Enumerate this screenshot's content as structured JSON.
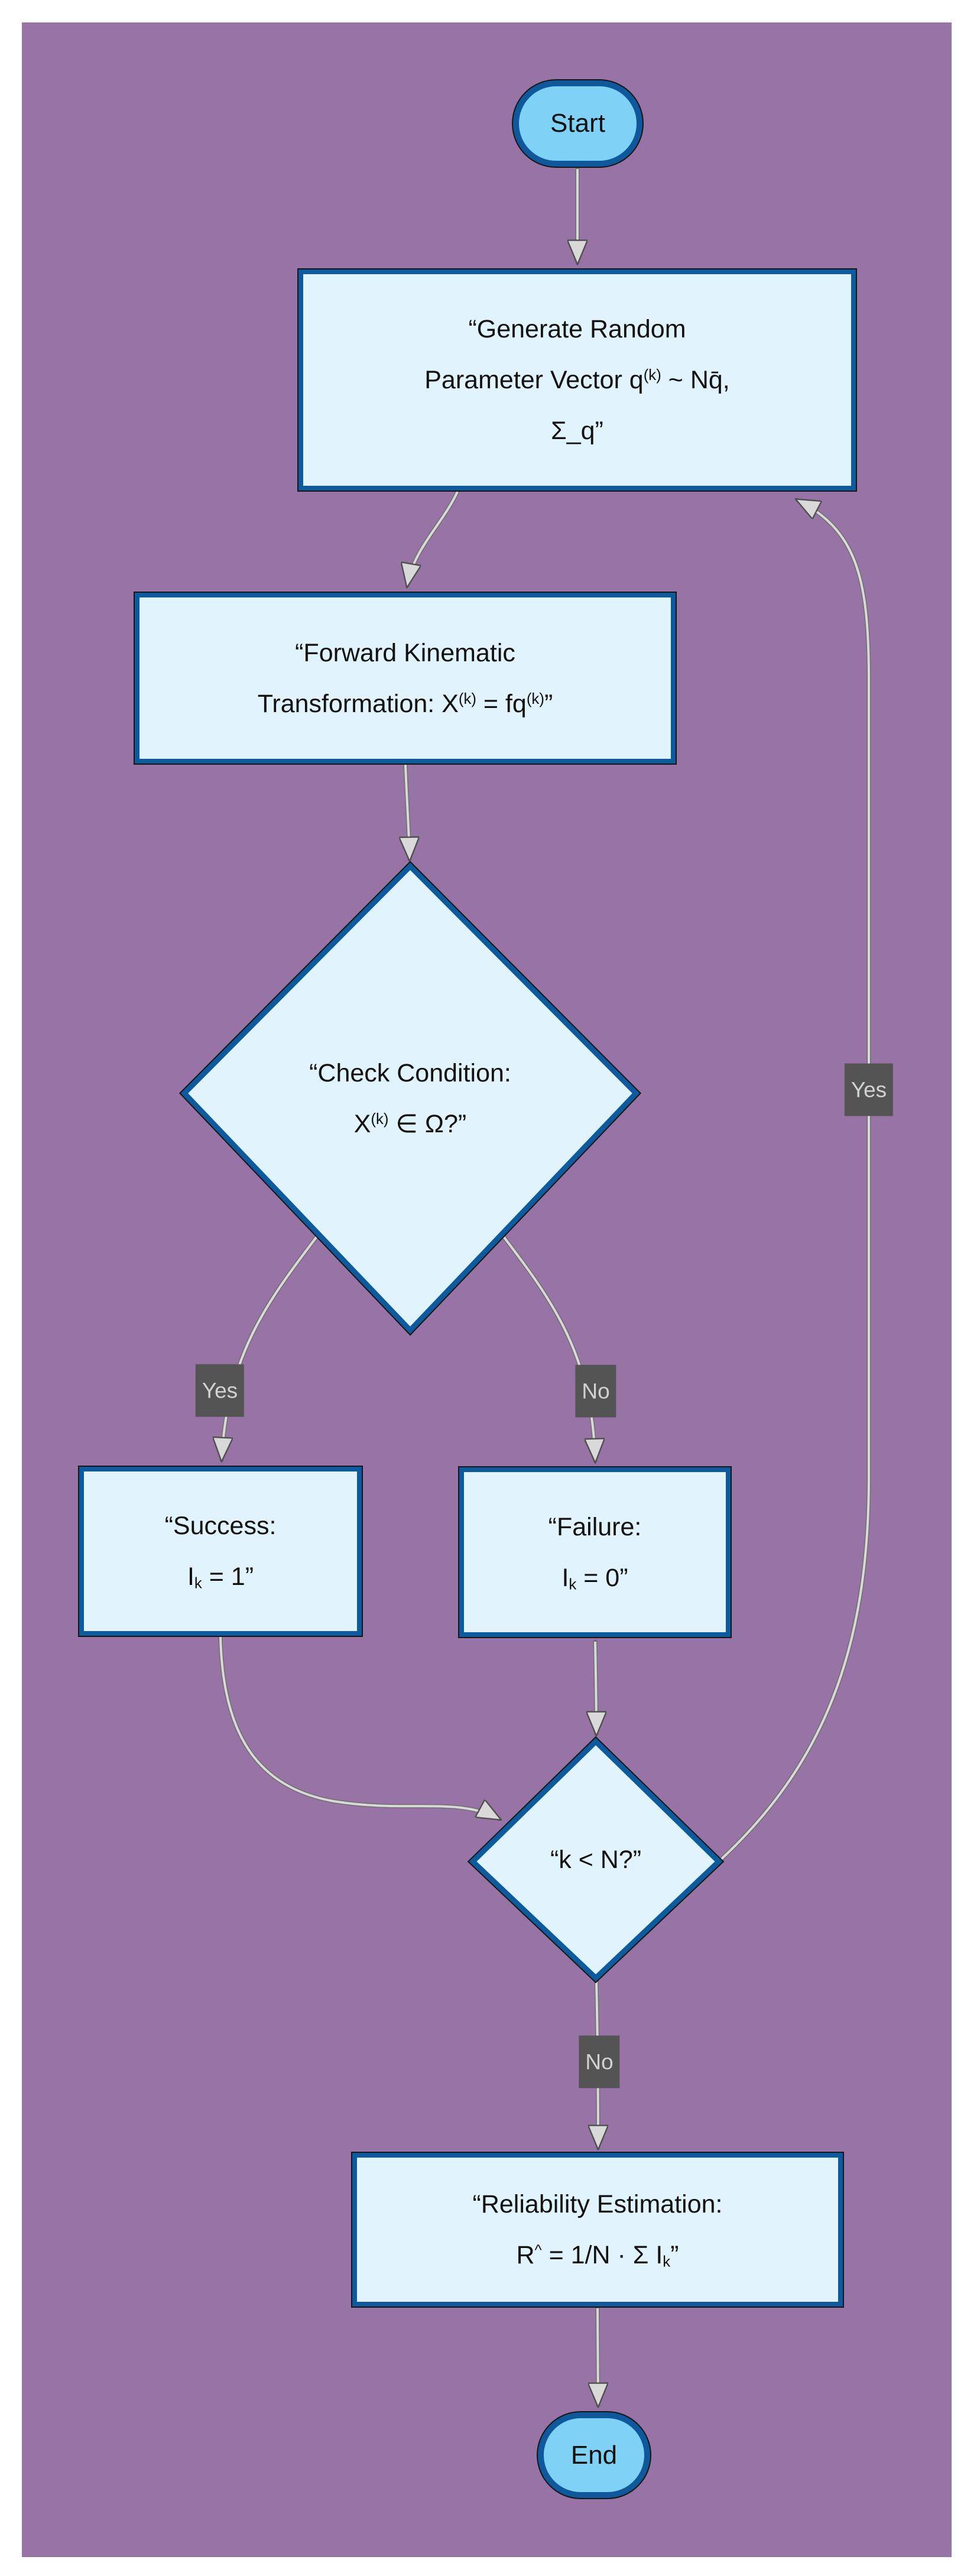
{
  "colors": {
    "page-bg": "#ffffff",
    "bg": "#9873a5",
    "node-fill": "#e1f3fc",
    "node-border": "#0d5b9e",
    "terminal-fill": "#7fd2f5",
    "terminal-border": "#0f589c",
    "edge-line": "#d9d9d9",
    "edge-outline": "#6e6e6e",
    "label-bg": "#545454",
    "label-fg": "#d2d2d2",
    "text": "#111111"
  },
  "nodes": {
    "start": {
      "label": "Start"
    },
    "generate": {
      "lines": [
        [
          {
            "text": "“Generate Random"
          }
        ],
        [
          {
            "text": "Parameter Vector q"
          },
          {
            "text": "(k)",
            "style": "sup"
          },
          {
            "text": " ~ Nq̄,"
          }
        ],
        [
          {
            "text": "Σ_q”"
          }
        ]
      ]
    },
    "forward": {
      "lines": [
        [
          {
            "text": "“Forward Kinematic"
          }
        ],
        [
          {
            "text": "Transformation: X"
          },
          {
            "text": "(k)",
            "style": "sup"
          },
          {
            "text": " = fq"
          },
          {
            "text": "(k)",
            "style": "sup"
          },
          {
            "text": "”"
          }
        ]
      ]
    },
    "check": {
      "lines": [
        [
          {
            "text": "“Check Condition:"
          }
        ],
        [
          {
            "text": "X"
          },
          {
            "text": "(k)",
            "style": "sup"
          },
          {
            "text": " ∈ Ω?”"
          }
        ]
      ]
    },
    "success": {
      "lines": [
        [
          {
            "text": "“Success:"
          }
        ],
        [
          {
            "text": "I"
          },
          {
            "text": "k",
            "style": "sub"
          },
          {
            "text": " = 1”"
          }
        ]
      ]
    },
    "failure": {
      "lines": [
        [
          {
            "text": "“Failure:"
          }
        ],
        [
          {
            "text": "I"
          },
          {
            "text": "k",
            "style": "sub"
          },
          {
            "text": " = 0”"
          }
        ]
      ]
    },
    "k_check": {
      "lines": [
        [
          {
            "text": "“k < N?”"
          }
        ]
      ]
    },
    "reliability": {
      "lines": [
        [
          {
            "text": "“Reliability Estimation:"
          }
        ],
        [
          {
            "text": "R"
          },
          {
            "text": "^",
            "style": "sup"
          },
          {
            "text": " = 1/N · Σ I"
          },
          {
            "text": "k",
            "style": "sub"
          },
          {
            "text": "”"
          }
        ]
      ]
    },
    "end": {
      "label": "End"
    }
  },
  "edge_labels": {
    "yes_left": "Yes",
    "no_mid": "No",
    "yes_right": "Yes",
    "no_bottom": "No"
  }
}
